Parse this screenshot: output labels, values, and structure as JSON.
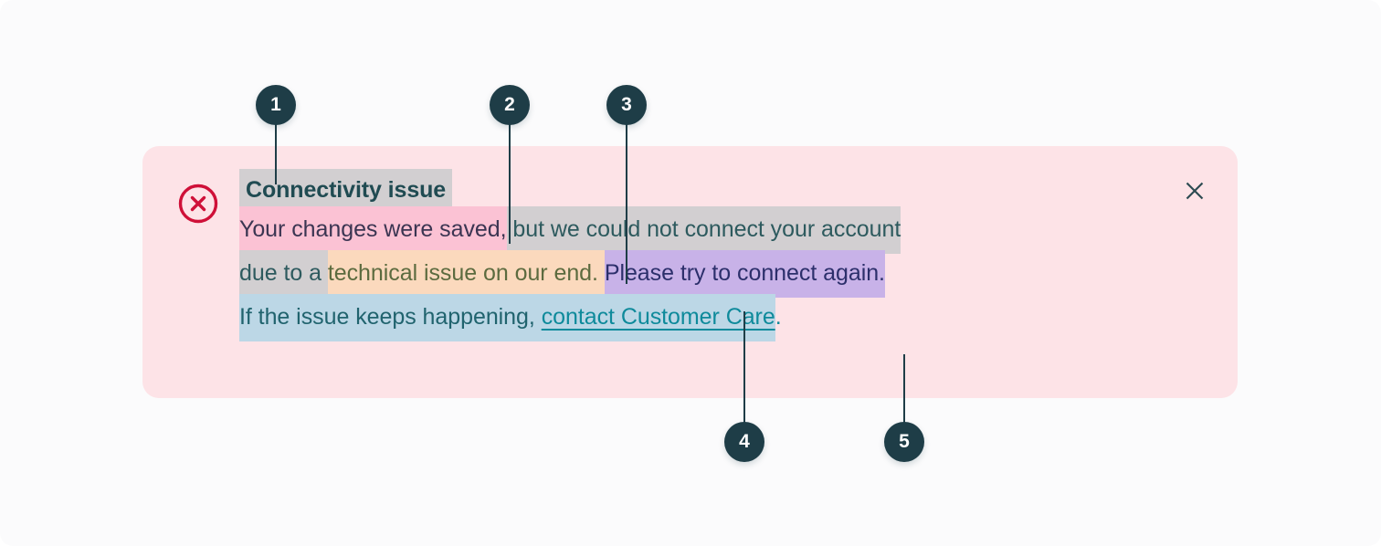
{
  "page": {
    "background": "#fbfbfc"
  },
  "alert": {
    "variant": "error",
    "background": "#fde3e7",
    "icon_name": "error-circle-x-icon",
    "icon_color": "#cf1038",
    "close_icon_name": "close-icon",
    "close_color": "#2d4b52",
    "title": "Connectivity issue",
    "segments": {
      "saved": "Your changes were saved,",
      "but": " but we could not connect your account",
      "due_to_a": "due to a ",
      "technical": "technical issue on our end. ",
      "please": "Please try to connect again.",
      "if_the": "If the issue keeps happening, ",
      "link": "contact Customer Care",
      "period": "."
    },
    "highlight_colors": {
      "title": "#d2cfd1",
      "saved": "#fbc2d4",
      "but": "#d2cfd1",
      "due_to_a": "#d2cfd1",
      "technical": "#fbd9bd",
      "please": "#c8b2e8",
      "if_the": "#bcd7e6",
      "link": "#bcd7e6"
    },
    "text_colors": {
      "title": "#204b52",
      "saved": "#3b3552",
      "but": "#2d5a5e",
      "technical": "#5c6b3f",
      "please": "#2c2f6b",
      "if_the": "#20636e",
      "link": "#0e8a9b"
    }
  },
  "callouts": [
    {
      "number": "1",
      "annotates": "title"
    },
    {
      "number": "2",
      "annotates": "saved"
    },
    {
      "number": "3",
      "annotates": "technical"
    },
    {
      "number": "4",
      "annotates": "please"
    },
    {
      "number": "5",
      "annotates": "link"
    }
  ],
  "badge_style": {
    "fill": "#1e3d47",
    "label_color": "#ffffff"
  }
}
